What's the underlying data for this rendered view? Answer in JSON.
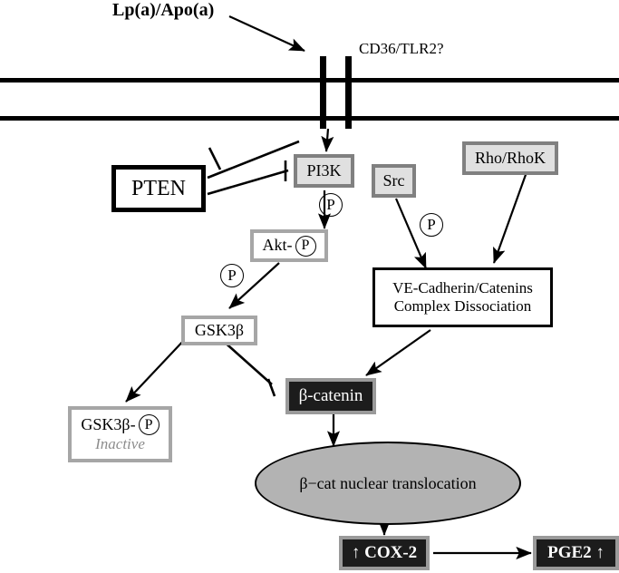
{
  "figure": {
    "title": "Lp(a)/Apo(a)",
    "receptor_label": "CD36/TLR2?"
  },
  "nodes": {
    "pten": {
      "label": "PTEN"
    },
    "pi3k": {
      "label": "PI3K"
    },
    "src": {
      "label": "Src"
    },
    "rho_rhok": {
      "label": "Rho/RhoK"
    },
    "akt": {
      "label": "Akt-",
      "phospho": "P"
    },
    "ve_cadherin": {
      "line1": "VE-Cadherin/Catenins",
      "line2": "Complex Dissociation"
    },
    "gsk3b": {
      "label": "GSK3β"
    },
    "gsk3b_inactive": {
      "label": "GSK3β-",
      "phospho": "P",
      "state": "Inactive"
    },
    "beta_catenin": {
      "label": "β-catenin"
    },
    "nucleus": {
      "label": "β−cat nuclear translocation"
    },
    "cox2": {
      "label": "↑ COX-2"
    },
    "pge2": {
      "label": "PGE2 ↑"
    }
  },
  "phospho_marks": {
    "pi3k_to_akt": "P",
    "akt_to_gsk3b": "P",
    "src_branch": "P"
  },
  "colors": {
    "background": "#ffffff",
    "stroke": "#000000",
    "gray_border": "#808080",
    "gray_fill": "#e0e0e0",
    "dark_fill": "#1c1c1c",
    "nucleus_fill": "#b3b3b3",
    "inactive_text": "#8c8c8c"
  }
}
